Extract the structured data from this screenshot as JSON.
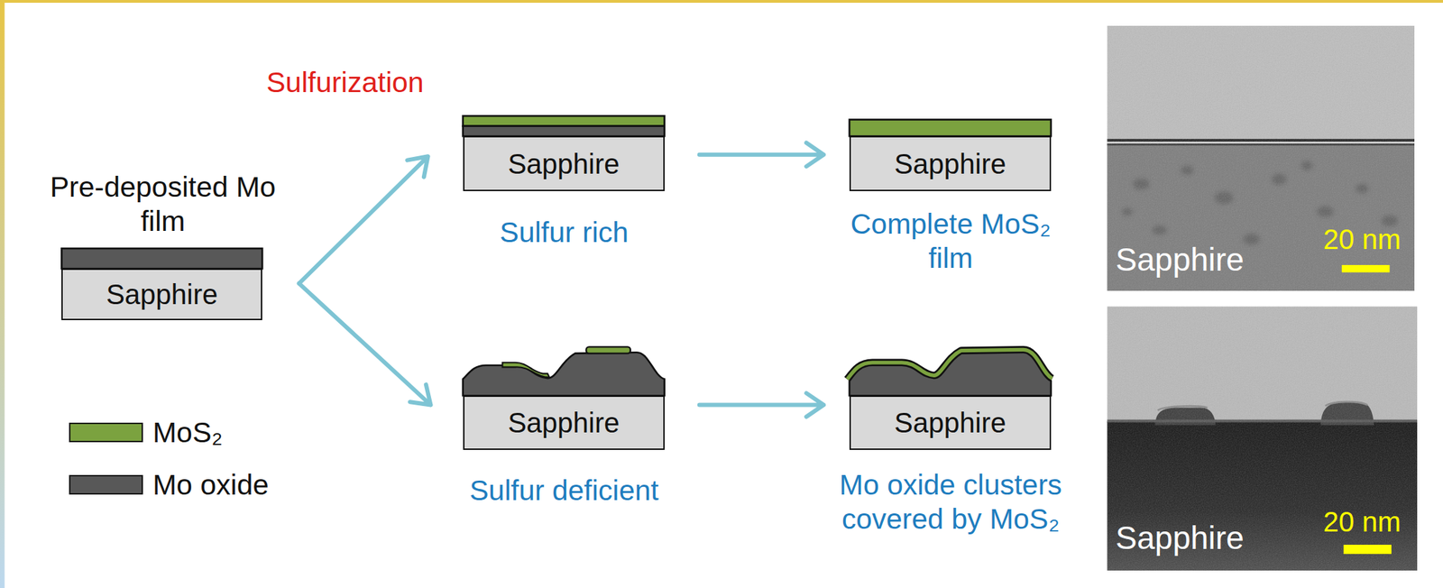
{
  "diagram": {
    "nodes": [
      {
        "text": [
          "Sapphire"
        ]
      },
      {
        "text": [
          "Sapphire"
        ]
      },
      {
        "text": [
          "Sapphire"
        ]
      },
      {
        "text": [
          "Sapphire"
        ]
      },
      {
        "text": [
          "Sapphire"
        ]
      }
    ],
    "edges": [
      {
        "from": 0,
        "to": 1,
        "arrow": "to"
      },
      {
        "from": 0,
        "to": 3,
        "arrow": "to"
      },
      {
        "from": 1,
        "to": 2,
        "arrow": "to"
      },
      {
        "from": 3,
        "to": 4,
        "arrow": "to"
      }
    ],
    "labels": [
      "Sulfurization",
      "Pre-deposited Mo film",
      "Sulfur rich",
      "Complete MoS₂ film",
      "Sulfur deficient",
      "Mo oxide clusters covered by MoS₂",
      "Sapphire",
      "20 nm",
      "Sapphire",
      "20 nm"
    ],
    "legend": [
      {
        "text": "MoS₂",
        "color": "#7ba23f"
      },
      {
        "text": "Mo oxide",
        "color": "#585858"
      }
    ]
  }
}
